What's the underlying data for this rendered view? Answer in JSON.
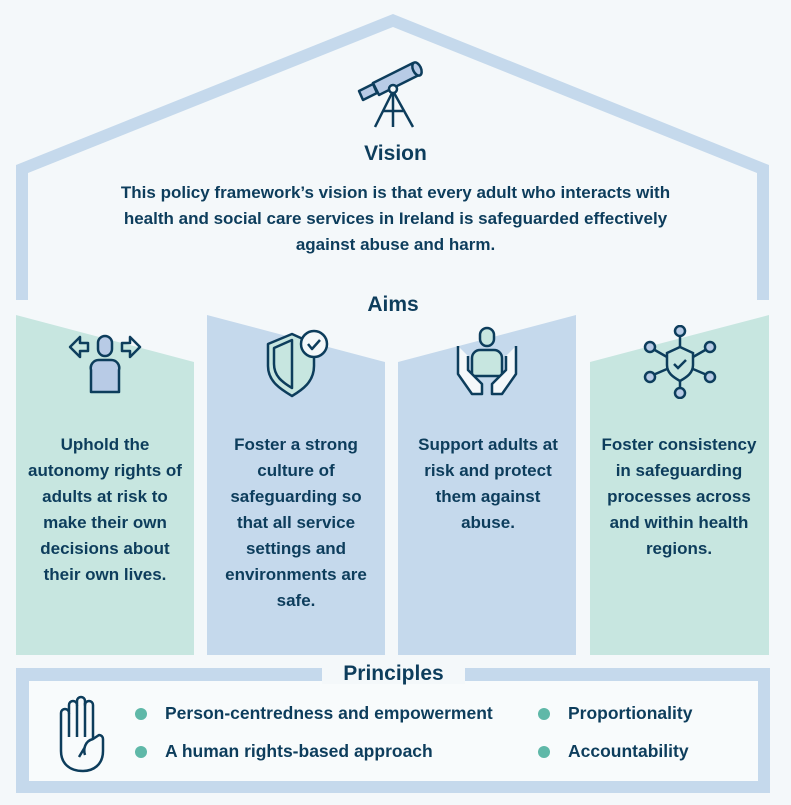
{
  "vision": {
    "title": "Vision",
    "text": "This policy framework’s vision is that every adult who interacts with health and social care services in Ireland is safeguarded effectively against abuse and harm."
  },
  "aims": {
    "title": "Aims",
    "items": [
      {
        "text": "Uphold the autonomy rights of adults at risk to make their own decisions about their own lives.",
        "icon": "person-arrows-icon"
      },
      {
        "text": "Foster a strong culture of safeguarding so that all service settings and environments are safe.",
        "icon": "shield-check-icon"
      },
      {
        "text": "Support adults at risk and protect them against abuse.",
        "icon": "person-hands-icon"
      },
      {
        "text": "Foster consistency in safeguarding processes across and within health regions.",
        "icon": "network-shield-icon"
      }
    ]
  },
  "principles": {
    "title": "Principles",
    "items": [
      "Person-centredness and empowerment",
      "A human rights-based approach",
      "Proportionality",
      "Accountability"
    ]
  },
  "colors": {
    "navy": "#0d3d5c",
    "blue": "#c5d9ec",
    "mint": "#c7e6e0",
    "teal": "#5fb8a8"
  }
}
